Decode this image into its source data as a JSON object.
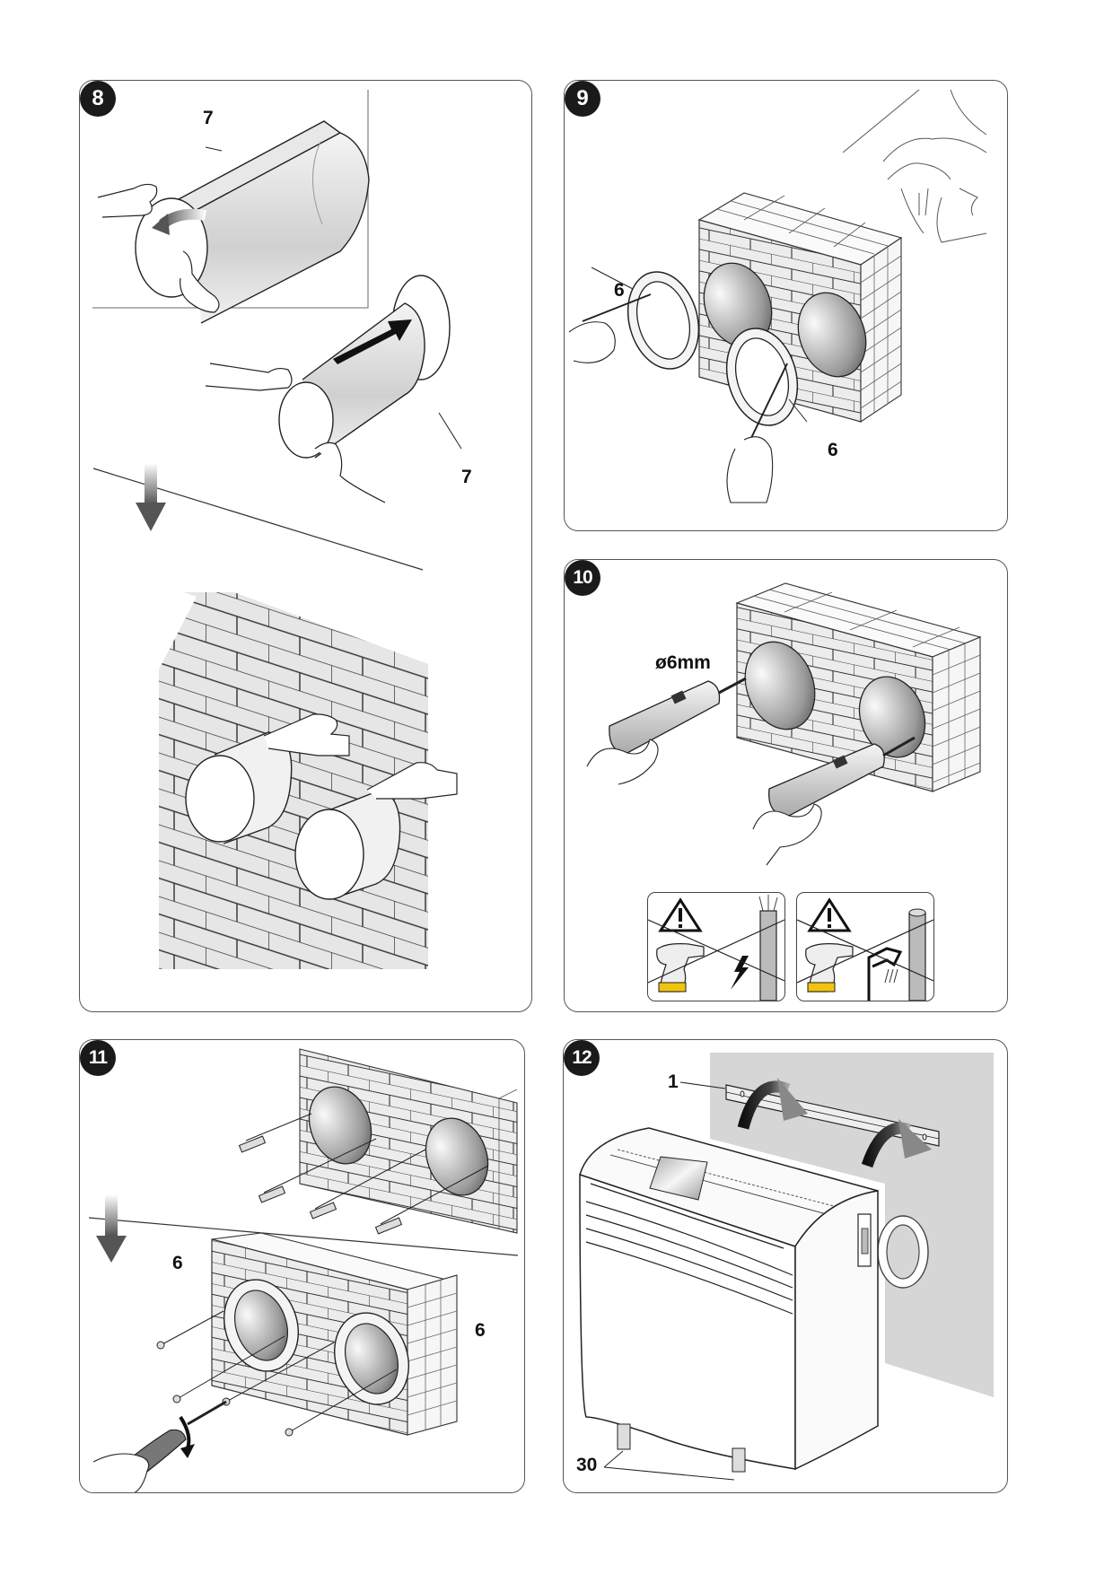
{
  "document": {
    "type": "installation instructions illustration page",
    "steps": [
      {
        "number": "8",
        "callouts": [
          "7",
          "7"
        ],
        "description": "Roll wall pipe (7), insert into holes and push flush with wall"
      },
      {
        "number": "9",
        "callouts": [
          "6",
          "6"
        ],
        "description": "Position flanges (6) over the wall holes and mark fixing points"
      },
      {
        "number": "10",
        "callouts": [
          "ø6mm"
        ],
        "description": "Drill fixing holes",
        "warnings": [
          {
            "icon": "warning-triangle",
            "hazard": "electric-cables"
          },
          {
            "icon": "warning-triangle",
            "hazard": "water-pipes"
          }
        ]
      },
      {
        "number": "11",
        "callouts": [
          "6",
          "6"
        ],
        "description": "Insert wall plugs and screw flanges (6) to wall"
      },
      {
        "number": "12",
        "callouts": [
          "1",
          "30"
        ],
        "description": "Hang unit on wall bracket (1); feet (30)"
      }
    ]
  },
  "colors": {
    "border": "#555555",
    "badge": "#1a1a1a",
    "wall_grey": "#d6d6d6",
    "brick_fill": "#e8e8e8",
    "ink": "#111111"
  }
}
